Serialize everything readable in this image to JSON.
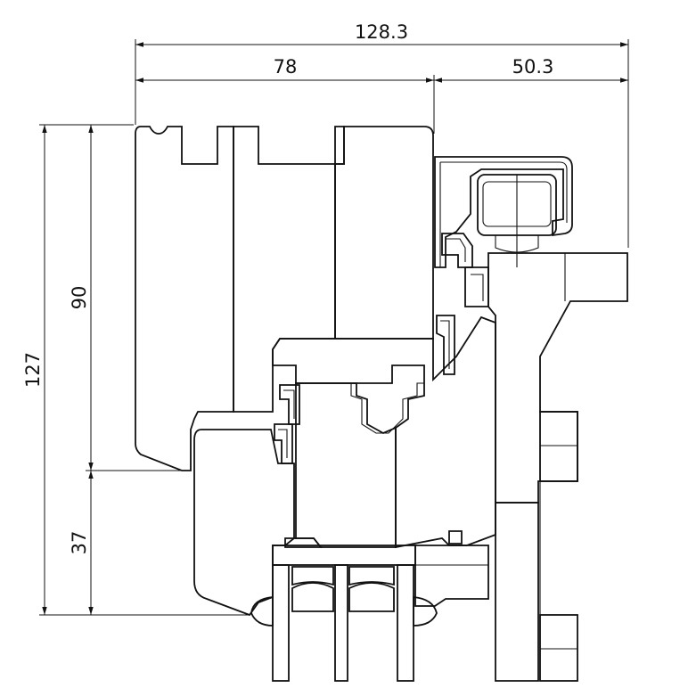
{
  "dimensions": {
    "overall_width": "128.3",
    "frame_width": "78",
    "sash_projection": "50.3",
    "overall_height": "127",
    "upper_height": "90",
    "lower_height": "37"
  },
  "colors": {
    "line": "#111111",
    "background": "#ffffff",
    "hatch": "#222222",
    "glass_fill": "#ffffff",
    "gasket_fill": "#cfcfcf"
  }
}
